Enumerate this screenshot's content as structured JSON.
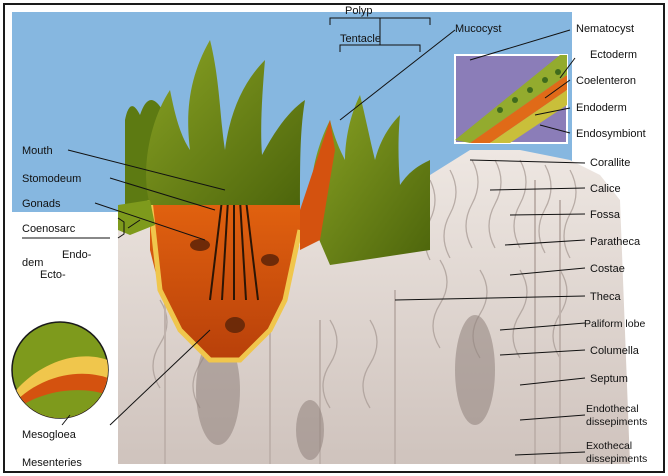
{
  "diagram": {
    "colors": {
      "sky": "#86b7e0",
      "border": "#1a1a1a",
      "tentacle": "#7e9a1c",
      "tentacle_dark": "#4f6a0c",
      "tissue_orange": "#d4520f",
      "tissue_yellow": "#f0c64c",
      "skeleton": "#e4dcd6",
      "skeleton_shade": "#b9aca7",
      "inset_bg": "#8b7db8"
    },
    "labels": {
      "polyp": "Polyp",
      "tentacle": "Tentacle",
      "mucocyst": "Mucocyst",
      "nematocyst": "Nematocyst",
      "ectoderm": "Ectoderm",
      "coelenteron": "Coelenteron",
      "endoderm": "Endoderm",
      "endosymbiont": "Endosymbiont",
      "corallite": "Corallite",
      "calice": "Calice",
      "fossa": "Fossa",
      "paratheca": "Paratheca",
      "costae": "Costae",
      "theca": "Theca",
      "paliform_lobe": "Paliform lobe",
      "columella": "Columella",
      "septum": "Septum",
      "endothecal_line1": "Endothecal",
      "endothecal_line2": "dissepiments",
      "exothecal_line1": "Exothecal",
      "exothecal_line2": "dissepiments",
      "mouth": "Mouth",
      "stomodeum": "Stomodeum",
      "gonads": "Gonads",
      "coenosarc": "Coenosarc",
      "endo_dem_line1": "Endo-",
      "endo_dem_line2": "dem",
      "ecto": "Ecto-",
      "mesogloea": "Mesogloea",
      "mesenteries": "Mesenteries"
    }
  }
}
